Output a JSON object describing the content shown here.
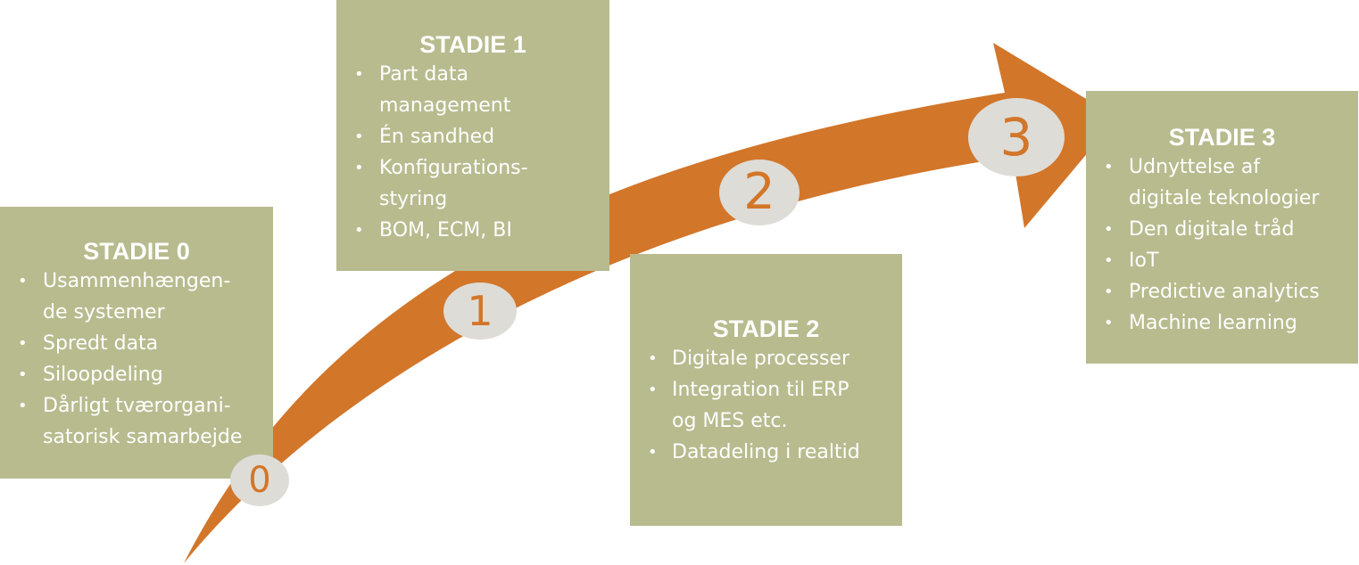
{
  "colors": {
    "arrow": "#d2762a",
    "box_fill": "#b8bb8e",
    "box_text": "#ffffff",
    "marker_fill": "#dedcd6",
    "marker_text": "#d2762a"
  },
  "markers": [
    "0",
    "1",
    "2",
    "3"
  ],
  "stages": [
    {
      "title": "STADIE 0",
      "items": [
        "Usammenhængen-\nde systemer",
        "Spredt data",
        "Siloopdeling",
        "Dårligt tværorgani-\nsatorisk samarbejde"
      ]
    },
    {
      "title": "STADIE 1",
      "items": [
        "Part data\nmanagement",
        "Én sandhed",
        "Konfigurations-\nstyring",
        "BOM, ECM, BI"
      ]
    },
    {
      "title": "STADIE 2",
      "items": [
        "Digitale processer",
        "Integration til ERP\nog MES etc.",
        "Datadeling i realtid"
      ]
    },
    {
      "title": "STADIE 3",
      "items": [
        "Udnyttelse af\ndigitale teknologier",
        "Den digitale tråd",
        "IoT",
        "Predictive analytics",
        "Machine learning"
      ]
    }
  ]
}
